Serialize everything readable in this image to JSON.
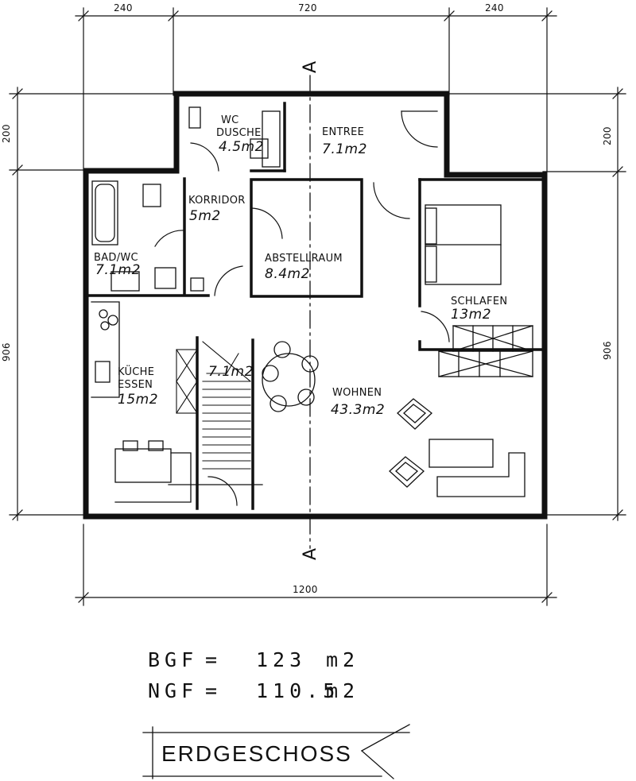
{
  "rooms": {
    "wc": {
      "name_line1": "WC",
      "name_line2": "DUSCHE",
      "area": "4.5m2"
    },
    "entree": {
      "name": "ENTREE",
      "area": "7.1m2"
    },
    "korridor": {
      "name": "KORRIDOR",
      "area": "5m2"
    },
    "bad": {
      "name": "BAD/WC",
      "area": "7.1m2"
    },
    "abstell": {
      "name": "ABSTELLRAUM",
      "area": "8.4m2"
    },
    "schlafen": {
      "name": "SCHLAFEN",
      "area": "13m2"
    },
    "kueche": {
      "name_line1": "KÜCHE",
      "name_line2": "ESSEN",
      "area": "15m2"
    },
    "treppe": {
      "area": "7.1m2"
    },
    "wohnen": {
      "name": "WOHNEN",
      "area": "43.3m2"
    }
  },
  "dimensions": {
    "top_left": "240",
    "top_mid": "720",
    "top_right": "240",
    "bottom": "1200",
    "left_upper": "200",
    "left_lower": "906",
    "right_upper": "200",
    "right_lower": "906"
  },
  "section": {
    "top": "A",
    "bottom": "A"
  },
  "totals": {
    "bgf_label": "BGF",
    "bgf_eq": "=",
    "bgf_value": "123",
    "bgf_unit": "m2",
    "ngf_label": "NGF",
    "ngf_eq": "=",
    "ngf_value": "110.5",
    "ngf_unit": "m2"
  },
  "title": "ERDGESCHOSS",
  "colors": {
    "ink": "#111111",
    "paper": "#ffffff"
  }
}
